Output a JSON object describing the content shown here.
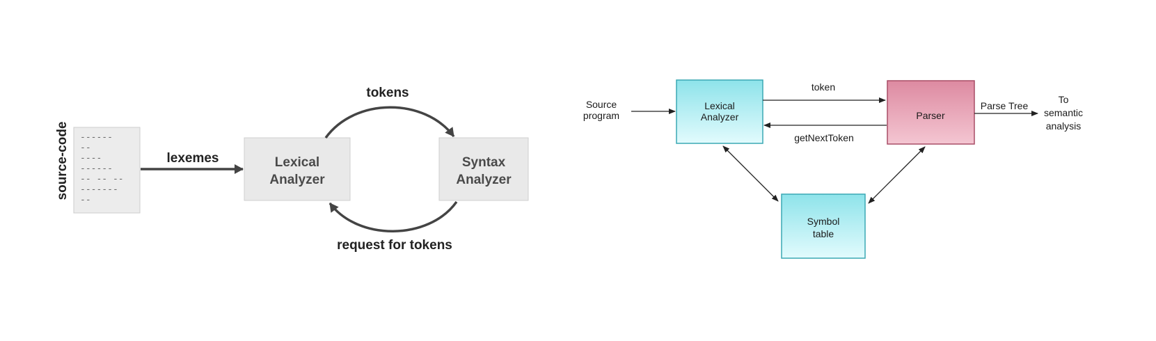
{
  "left_diagram": {
    "source_label": "source-code",
    "source_lines": [
      "------",
      "--",
      "----",
      "------",
      "-- -- --",
      "-------",
      "--"
    ],
    "lexemes_label": "lexemes",
    "lexical_box": [
      "Lexical",
      "Analyzer"
    ],
    "syntax_box": [
      "Syntax",
      "Analyzer"
    ],
    "tokens_label": "tokens",
    "request_label": "request for tokens"
  },
  "right_diagram": {
    "source_program": [
      "Source",
      "program"
    ],
    "lexical_box": [
      "Lexical",
      "Analyzer"
    ],
    "parser_box": "Parser",
    "symbol_box": [
      "Symbol",
      "table"
    ],
    "token_label": "token",
    "get_next_label": "getNextToken",
    "parse_tree_label": "Parse Tree",
    "to_semantic": [
      "To",
      "semantic",
      "analysis"
    ]
  },
  "colors": {
    "left_box_fill": "#e9e9e9",
    "left_box_stroke": "#cfcfcf",
    "left_arrow": "#444444",
    "cyan_top": "#8ee3ea",
    "cyan_bottom": "#e2fbfd",
    "cyan_stroke": "#3aa8b4",
    "pink_top": "#dd8aa1",
    "pink_bottom": "#f4c6d2",
    "pink_stroke": "#a84d66",
    "right_arrow": "#222222"
  }
}
